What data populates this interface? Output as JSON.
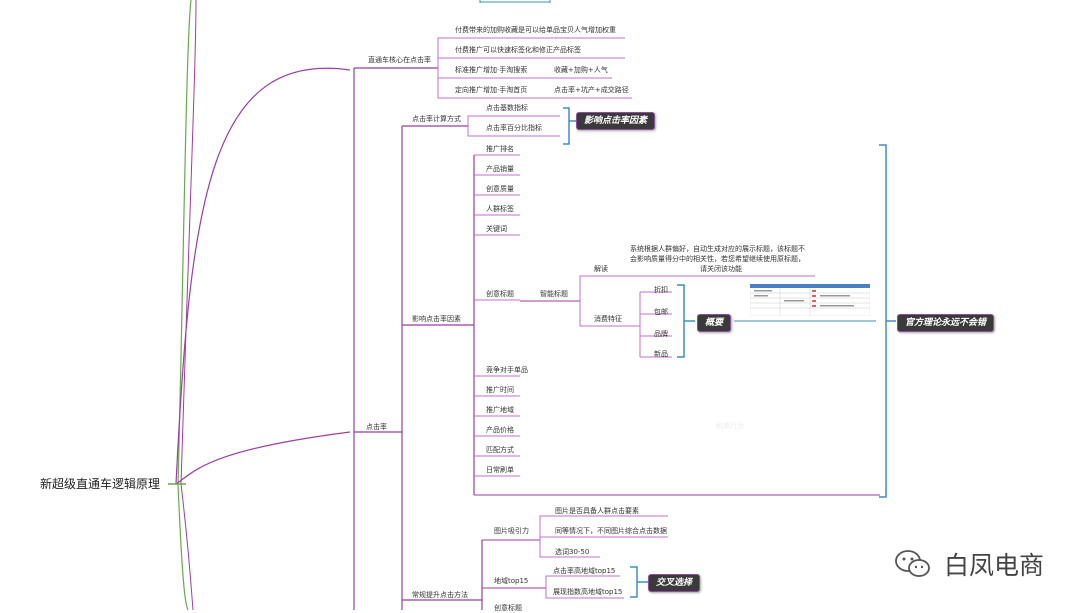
{
  "root": "新超级直通车逻辑原理",
  "b1": {
    "title": "直通车核心在点击率",
    "items": [
      "付费带来的加购收藏是可以给单品宝贝人气增加权重",
      "付费推广可以快速标签化和修正产品标签",
      "标准推广增加·手淘搜索",
      "定向推广增加·手淘首页"
    ],
    "notes": [
      "收藏+加购+人气",
      "点击率+坑产+成交路径"
    ]
  },
  "b2": {
    "title": "点击率",
    "calc": {
      "title": "点击率计算方式",
      "items": [
        "点击基数指标",
        "点击率百分比指标"
      ],
      "label": "影响点击率因素"
    },
    "factors": {
      "title": "影响点击率因素",
      "items": [
        "推广排名",
        "产品销量",
        "创意质量",
        "人群标签",
        "关键词",
        "创意标题",
        "竞争对手单品",
        "推广时间",
        "推广地域",
        "产品价格",
        "匹配方式",
        "日常刷单"
      ],
      "smart": {
        "title": "智能标题",
        "explain_title": "解读",
        "explain": [
          "系统根据人群偏好，自动生成对应的展示标题，该标题不",
          "会影响质量得分中的相关性，若您希望继续使用原标题，",
          "请关闭该功能"
        ],
        "features_title": "消费特征",
        "features": [
          "折扣",
          "包邮",
          "品牌",
          "新品"
        ],
        "label": "概要"
      },
      "ghost": "刷单行为",
      "right_label": "官方理论永远不会错"
    },
    "boost": {
      "title": "常规提升点击方法",
      "pic": {
        "title": "图片吸引力",
        "items": [
          "图片是否具备人群点击要素",
          "同等情况下，不同图片综合点击数据",
          "选词30-50"
        ]
      },
      "region": {
        "title": "地域top15",
        "items": [
          "点击率高地域top15",
          "展现指数高地域top15"
        ],
        "label": "交叉选择"
      },
      "more": "创意标题"
    }
  },
  "watermark": "白凤电商",
  "colors": {
    "branch": "#9b3fa0",
    "accent": "#6aa84f",
    "bracket": "#3d8fc5",
    "sub": "#c36fcb"
  }
}
